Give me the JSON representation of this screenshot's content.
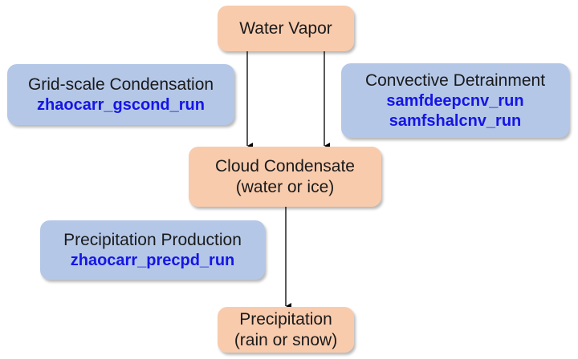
{
  "nodes": {
    "water_vapor": {
      "label": "Water Vapor"
    },
    "cloud_condensate": {
      "label": "Cloud Condensate",
      "sub": "(water or ice)"
    },
    "precipitation": {
      "label": "Precipitation",
      "sub": "(rain or snow)"
    },
    "grid_scale": {
      "label": "Grid-scale Condensation",
      "code": [
        "zhaocarr_gscond_run"
      ]
    },
    "convective": {
      "label": "Convective Detrainment",
      "code": [
        "samfdeepcnv_run",
        "samfshalcnv_run"
      ]
    },
    "precip_production": {
      "label": "Precipitation Production",
      "code": [
        "zhaocarr_precpd_run"
      ]
    }
  },
  "edges": [
    {
      "from": "water_vapor",
      "to": "cloud_condensate",
      "via": "grid_scale"
    },
    {
      "from": "water_vapor",
      "to": "cloud_condensate",
      "via": "convective"
    },
    {
      "from": "cloud_condensate",
      "to": "precipitation",
      "via": "precip_production"
    }
  ],
  "colors": {
    "process_box": "#f8cbad",
    "scheme_box": "#b4c7e7",
    "code_text": "#1515e6"
  }
}
